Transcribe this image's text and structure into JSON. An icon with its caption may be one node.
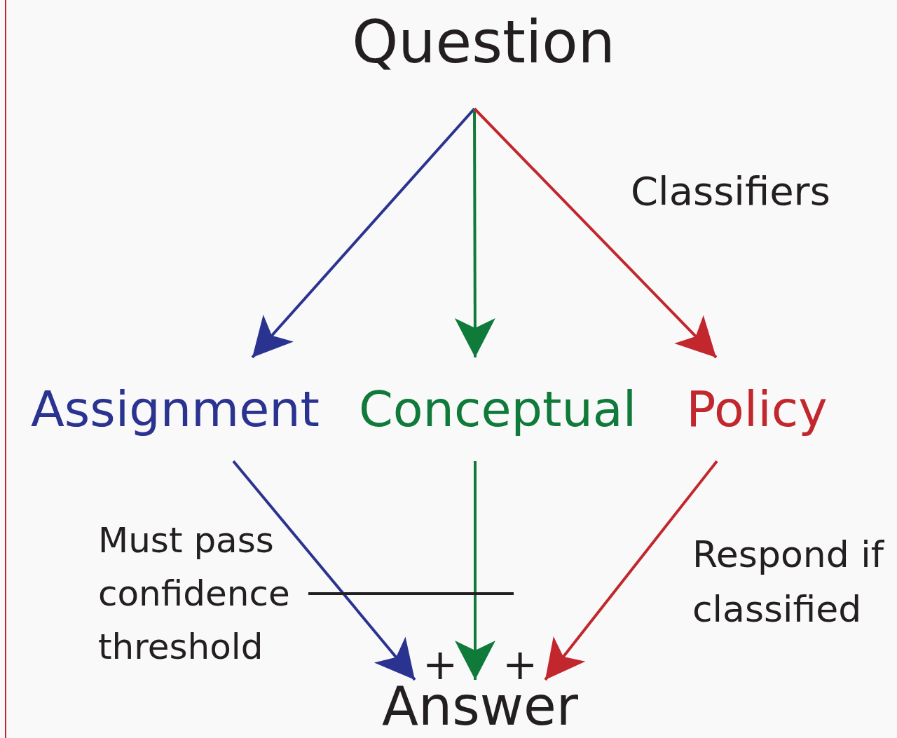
{
  "diagram": {
    "nodes": [
      {
        "text": [
          "Question"
        ]
      },
      {
        "text": [
          "Assignment"
        ]
      },
      {
        "text": [
          "Conceptual"
        ]
      },
      {
        "text": [
          "Policy"
        ]
      },
      {
        "text": [
          "Answer"
        ]
      },
      {
        "text": [
          "Must pass confidence threshold"
        ]
      }
    ],
    "edges": [
      {
        "from": 0,
        "to": 1,
        "arrow": "to",
        "color": "#2b3390"
      },
      {
        "from": 0,
        "to": 2,
        "arrow": "to",
        "color": "#0f7a3a"
      },
      {
        "from": 0,
        "to": 3,
        "arrow": "to",
        "color": "#c1272d"
      },
      {
        "from": 1,
        "to": 4,
        "arrow": "to",
        "color": "#2b3390"
      },
      {
        "from": 2,
        "to": 4,
        "arrow": "to",
        "color": "#0f7a3a"
      },
      {
        "from": 3,
        "to": 4,
        "arrow": "to",
        "color": "#c1272d"
      },
      {
        "from": 5,
        "to": null,
        "arrow": "none",
        "color": "#231f20"
      }
    ],
    "labels": [
      "Classifiers",
      "Respond if classified",
      "+",
      "+"
    ]
  }
}
